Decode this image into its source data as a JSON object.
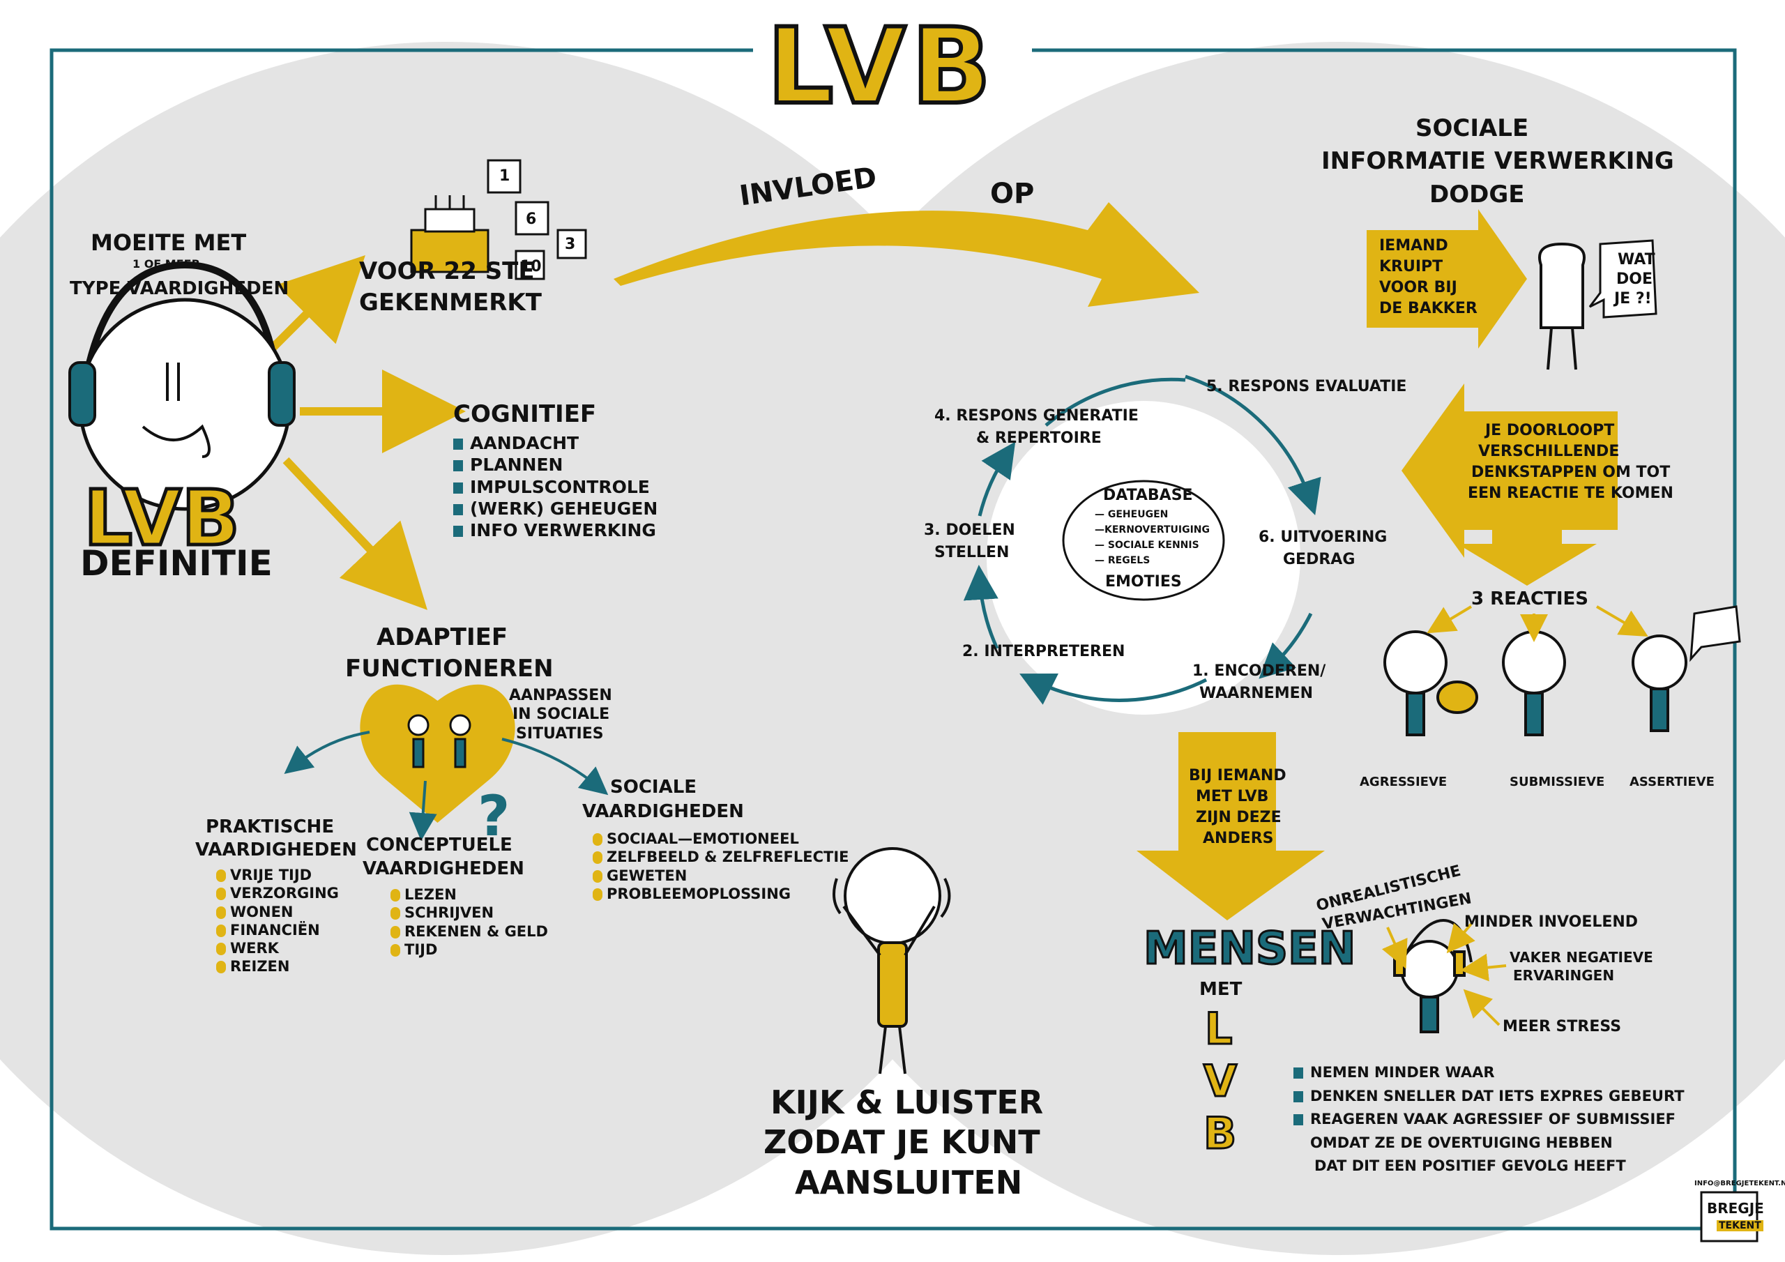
{
  "title": "LVB",
  "colors": {
    "accent": "#e0b414",
    "teal": "#1b6b7a",
    "gray": "#e4e4e4",
    "ink": "#111111"
  },
  "left": {
    "moeite": [
      "MOEITE MET",
      "1 OF MEER",
      "TYPE VAARDIGHEDEN"
    ],
    "lvb_logo": "LVB",
    "definitie": "DEFINITIE",
    "voor22": [
      "VOOR 22 STE",
      "GEKENMERKT"
    ],
    "calendar_numbers": [
      "1",
      "6",
      "3",
      "10"
    ],
    "cognitief": {
      "title": "COGNITIEF",
      "items": [
        "AANDACHT",
        "PLANNEN",
        "IMPULSCONTROLE",
        "(WERK) GEHEUGEN",
        "INFO VERWERKING"
      ]
    },
    "adaptief": {
      "title": [
        "ADAPTIEF",
        "FUNCTIONEREN"
      ],
      "aanpassen": [
        "AANPASSEN",
        "IN SOCIALE",
        "SITUATIES"
      ]
    },
    "praktische": {
      "title": [
        "PRAKTISCHE",
        "VAARDIGHEDEN"
      ],
      "items": [
        "VRIJE TIJD",
        "VERZORGING",
        "WONEN",
        "FINANCIËN",
        "WERK",
        "REIZEN"
      ]
    },
    "conceptuele": {
      "title": [
        "CONCEPTUELE",
        "VAARDIGHEDEN"
      ],
      "items": [
        "LEZEN",
        "SCHRIJVEN",
        "REKENEN & GELD",
        "TIJD"
      ]
    },
    "sociale": {
      "title": [
        "SOCIALE",
        "VAARDIGHEDEN"
      ],
      "items": [
        "SOCIAAL—EMOTIONEEL",
        "ZELFBEELD & ZELFREFLECTIE",
        "GEWETEN",
        "PROBLEEMOPLOSSING"
      ]
    }
  },
  "arrow_labels": {
    "invloed": "INVLOED",
    "op": "OP"
  },
  "bottom": {
    "kijk": [
      "KIJK & LUISTER",
      "ZODAT JE KUNT",
      "AANSLUITEN"
    ]
  },
  "right": {
    "sociale_info": [
      "SOCIALE",
      "INFORMATIE VERWERKING",
      "DODGE"
    ],
    "iemand": [
      "IEMAND",
      "KRUIPT",
      "VOOR BIJ",
      "DE BAKKER"
    ],
    "speech": [
      "WAT",
      "DOE",
      "JE ?!"
    ],
    "doorloopt": [
      "JE DOORLOOPT",
      "VERSCHILLENDE",
      "DENKSTAPPEN OM TOT",
      "EEN REACTIE TE KOMEN"
    ],
    "cycle": {
      "step1": [
        "1. ENCODEREN/",
        "WAARNEMEN"
      ],
      "step2": [
        "2. INTERPRETEREN"
      ],
      "step3": [
        "3. DOELEN",
        "STELLEN"
      ],
      "step4": [
        "4. RESPONS GENERATIE",
        "& REPERTOIRE"
      ],
      "step5": [
        "5. RESPONS EVALUATIE"
      ],
      "step6": [
        "6. UITVOERING",
        "GEDRAG"
      ],
      "database_title": "DATABASE",
      "database_items": [
        "— GEHEUGEN",
        "—KERNOVERTUIGING",
        "— SOCIALE KENNIS",
        "— REGELS"
      ],
      "emoties": "EMOTIES"
    },
    "reacties": {
      "title": "3 REACTIES",
      "labels": [
        "AGRESSIEVE",
        "SUBMISSIEVE",
        "ASSERTIEVE"
      ]
    },
    "bij_iemand": [
      "BIJ IEMAND",
      "MET LVB",
      "ZIJN DEZE",
      "ANDERS"
    ],
    "mensen": "MENSEN",
    "met": "MET",
    "lvb_vertical": [
      "L",
      "V",
      "B"
    ],
    "traits": {
      "onrealistische": [
        "ONREALISTISCHE",
        "VERWACHTINGEN"
      ],
      "minder": "MINDER INVOELEND",
      "vaker": [
        "VAKER NEGATIEVE",
        "ERVARINGEN"
      ],
      "stress": "MEER STRESS"
    },
    "bullets": [
      "NEMEN MINDER WAAR",
      "DENKEN SNELLER DAT IETS EXPRES GEBEURT",
      "REAGEREN VAAK AGRESSIEF OF SUBMISSIEF",
      "OMDAT ZE DE OVERTUIGING HEBBEN",
      "DAT DIT EEN POSITIEF GEVOLG HEEFT"
    ]
  },
  "signature": {
    "email": "INFO@BREGJETEKENT.NL",
    "name": "BREGJE",
    "sub": "TEKENT"
  }
}
